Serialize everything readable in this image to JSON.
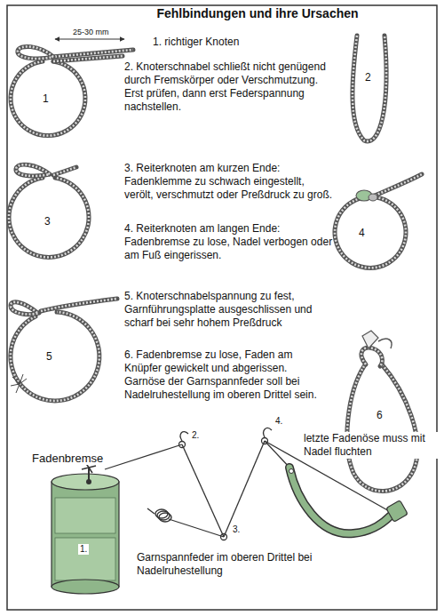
{
  "diagram": {
    "title": "Fehlbindungen und ihre Ursachen",
    "labels": [
      "25-30 mm",
      "1. richtiger Knoten",
      "1",
      "2. Knoterschnabel schließt nicht genügend durch Fremskörper oder Verschmutzung. Erst prüfen, dann erst Federspannung nachstellen.",
      "2",
      "3. Reiterknoten am kurzen Ende: Fadenklemme zu schwach eingestellt, verölt, verschmutzt oder Preßdruck zu groß.",
      "3",
      "4. Reiterknoten am langen Ende: Fadenbremse zu lose, Nadel verbogen oder am Fuß eingerissen.",
      "4",
      "5. Knoterschnabelspannung zu fest, Garnführungsplatte ausgeschlissen und scharf bei sehr hohem Preßdruck",
      "5",
      "6. Fadenbremse zu lose, Faden am Knüpfer gewickelt und abgerissen. Garnöse der Garnspannfeder soll bei Nadelruhestellung im oberen Drittel sein.",
      "6",
      "Fadenbremse",
      "1.",
      "2.",
      "3.",
      "4.",
      "letzte Fadenöse muss mit Nadel fluchten",
      "Garnspannfeder im oberen Drittel bei Nadelruhestellung"
    ]
  }
}
